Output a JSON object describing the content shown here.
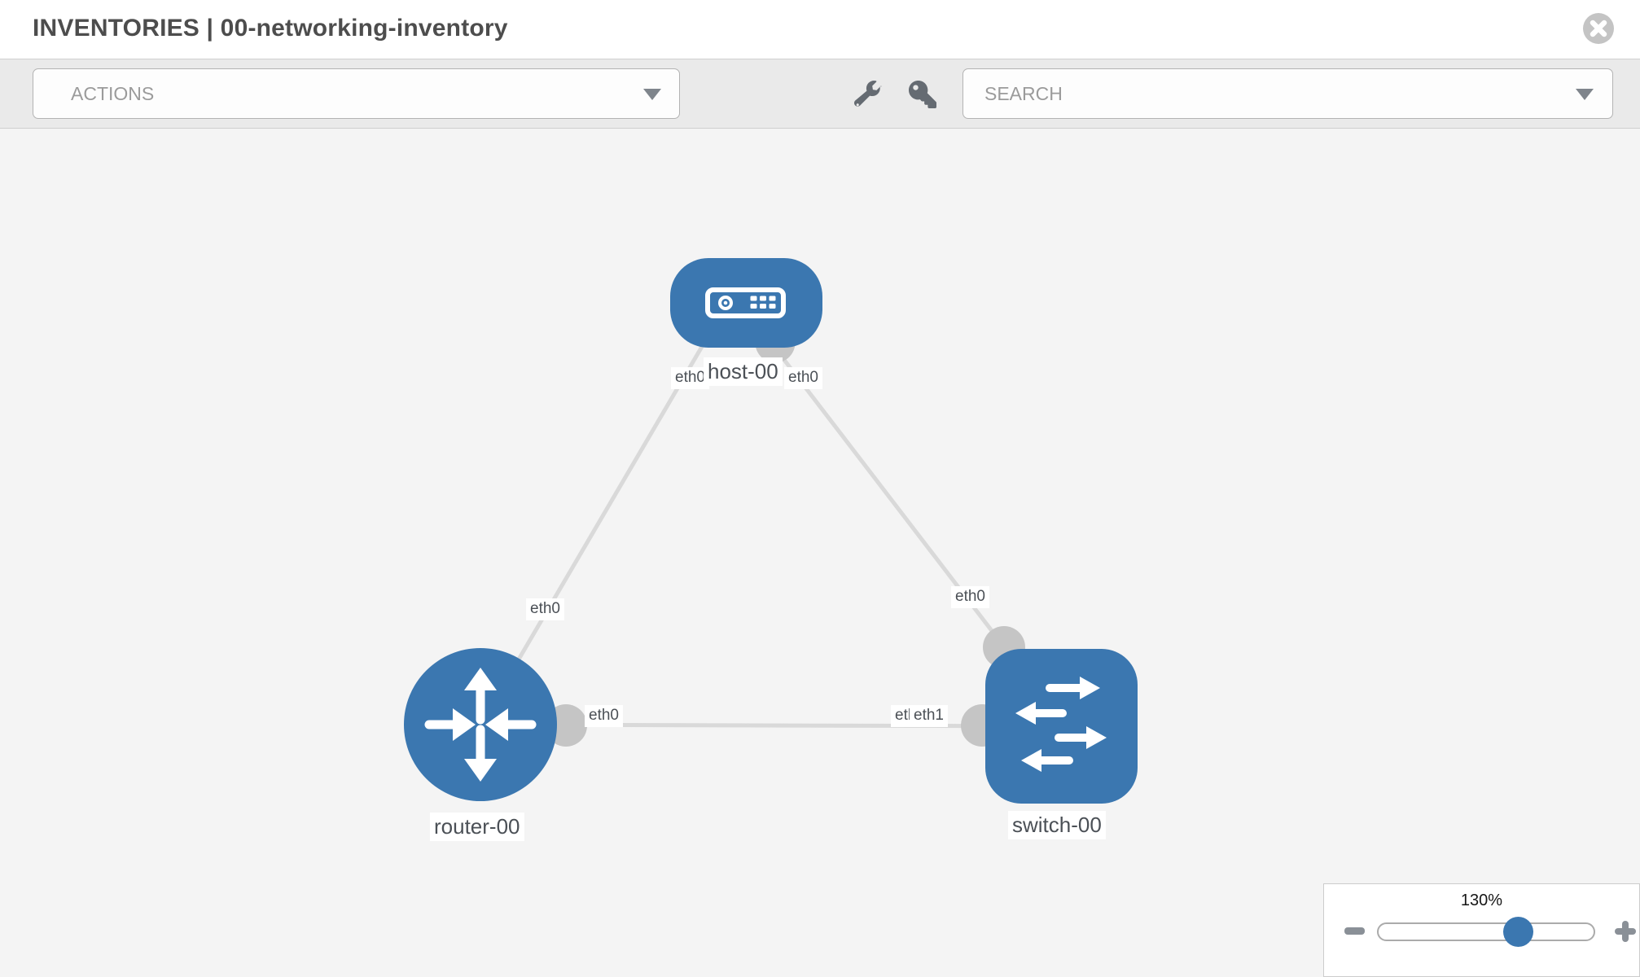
{
  "header": {
    "title": "INVENTORIES | 00-networking-inventory"
  },
  "toolbar": {
    "actions_label": "ACTIONS",
    "search_label": "SEARCH",
    "icons": [
      "wrench-icon",
      "key-icon"
    ]
  },
  "diagram": {
    "colors": {
      "node_fill": "#3b77b0",
      "link": "#d9d9d9",
      "connector": "#c5c5c5",
      "canvas_bg": "#f4f4f4",
      "label_text": "#4b5056"
    },
    "nodes": [
      {
        "label": "host-00",
        "type": "host",
        "shape": "rounded-rect"
      },
      {
        "label": "router-00",
        "type": "router",
        "shape": "circle"
      },
      {
        "label": "switch-00",
        "type": "switch",
        "shape": "rounded-square"
      }
    ],
    "links": [
      {
        "from": "host-00",
        "from_interface": "eth0",
        "to": "router-00",
        "to_interface": "eth0"
      },
      {
        "from": "host-00",
        "from_interface": "eth0",
        "to": "switch-00",
        "to_interface": "eth0"
      },
      {
        "from": "router-00",
        "from_interface": "eth0",
        "to": "switch-00",
        "to_interface": "eth1",
        "to_interface_overlapped": "eth0"
      }
    ]
  },
  "zoom_control": {
    "level_label": "130%"
  }
}
